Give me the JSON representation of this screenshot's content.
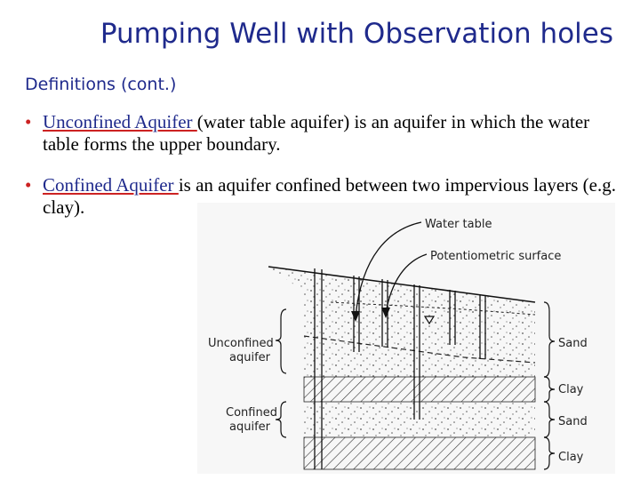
{
  "slide": {
    "title": "Pumping Well with Observation holes",
    "subtitle": "Definitions (cont.)",
    "bullets": [
      {
        "marker": "•",
        "term": "Unconfined Aquifer ",
        "text": "(water table aquifer) is an aquifer in which the water table forms the upper boundary."
      },
      {
        "marker": "•",
        "term": "Confined Aquifer ",
        "text": "is an aquifer confined between two impervious layers (e.g. clay)."
      }
    ]
  },
  "figure": {
    "labels": {
      "water_table": "Water table",
      "potentiometric_surface": "Potentiometric surface",
      "unconfined_aquifer_line1": "Unconfined",
      "unconfined_aquifer_line2": "aquifer",
      "confined_aquifer_line1": "Confined",
      "confined_aquifer_line2": "aquifer",
      "sand_top": "Sand",
      "clay_top": "Clay",
      "sand_bottom": "Sand",
      "clay_bottom": "Clay"
    }
  }
}
